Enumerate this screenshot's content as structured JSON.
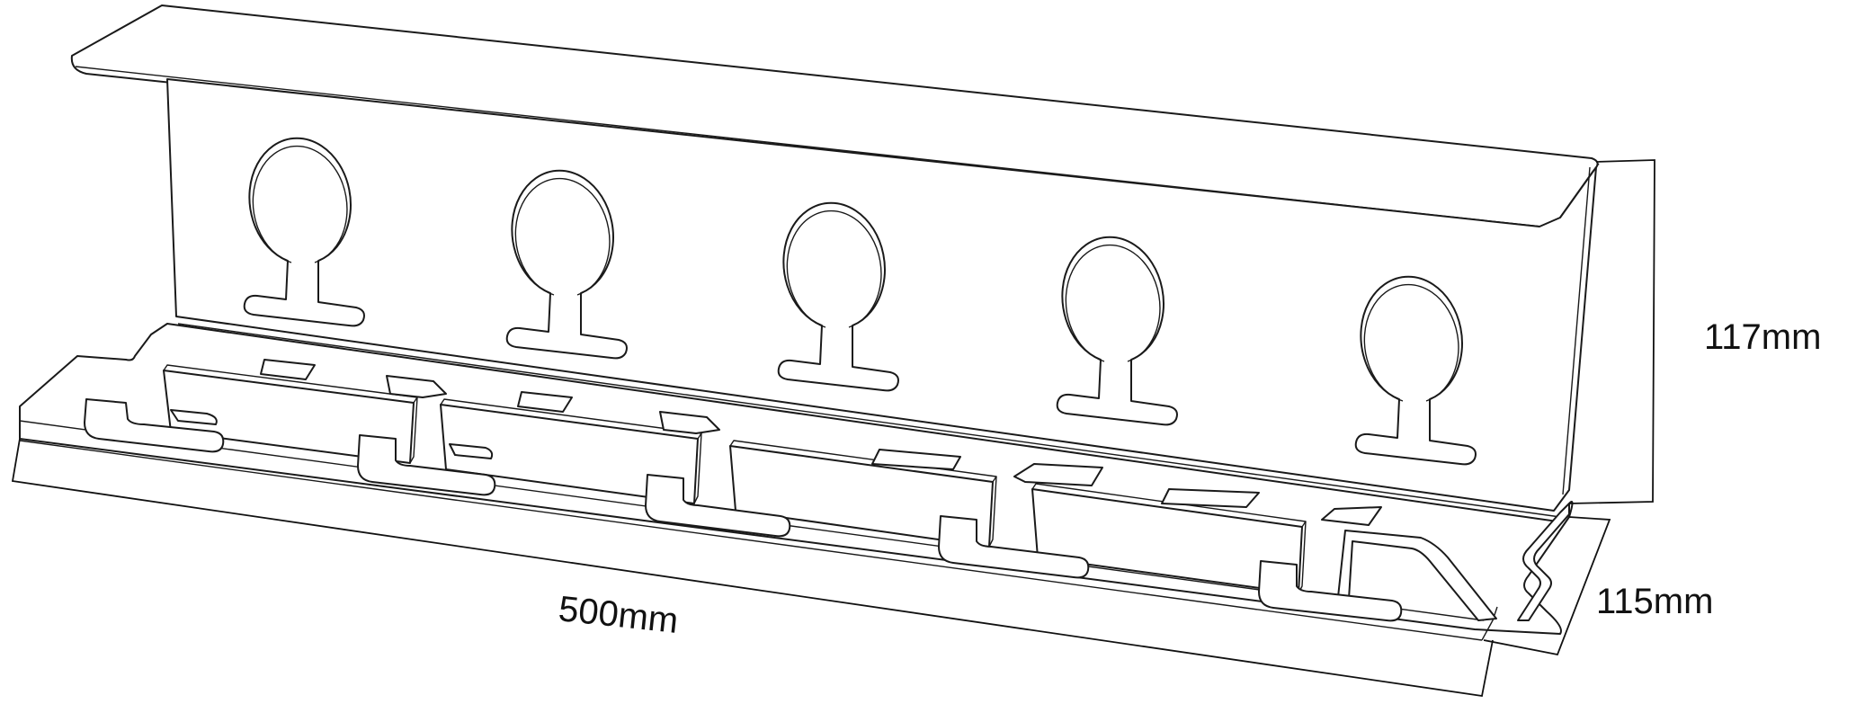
{
  "dimensions": {
    "length": "500mm",
    "height": "117mm",
    "depth": "115mm"
  },
  "keyhole_slots": 5,
  "front_clip_slots": 5
}
